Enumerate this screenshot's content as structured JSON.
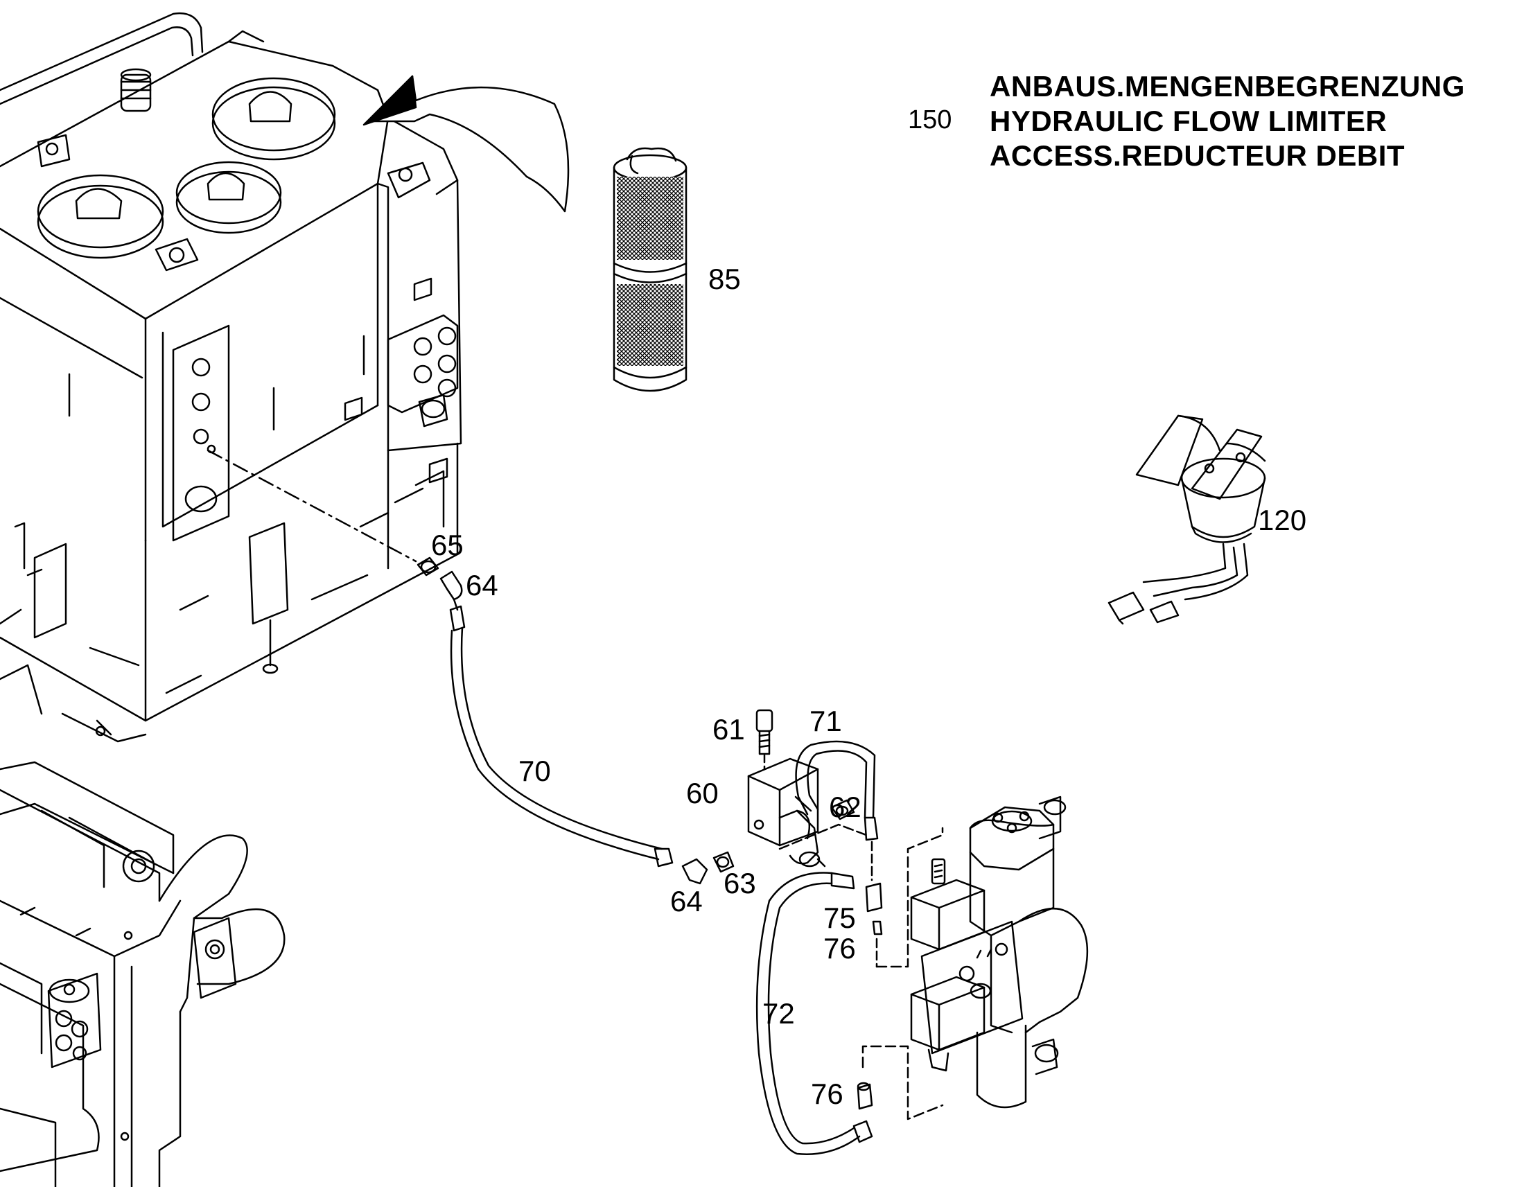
{
  "title": {
    "code": "150",
    "lines": [
      "ANBAUS.MENGENBEGRENZUNG",
      "HYDRAULIC FLOW LIMITER",
      "ACCESS.REDUCTEUR DEBIT"
    ]
  },
  "callouts": {
    "c85": "85",
    "c120": "120",
    "c65": "65",
    "c64a": "64",
    "c70": "70",
    "c61": "61",
    "c71": "71",
    "c60": "60",
    "c62": "62",
    "c64b": "64",
    "c63": "63",
    "c75": "75",
    "c76a": "76",
    "c72": "72",
    "c76b": "76"
  },
  "colors": {
    "line": "#000000",
    "background": "#ffffff"
  }
}
